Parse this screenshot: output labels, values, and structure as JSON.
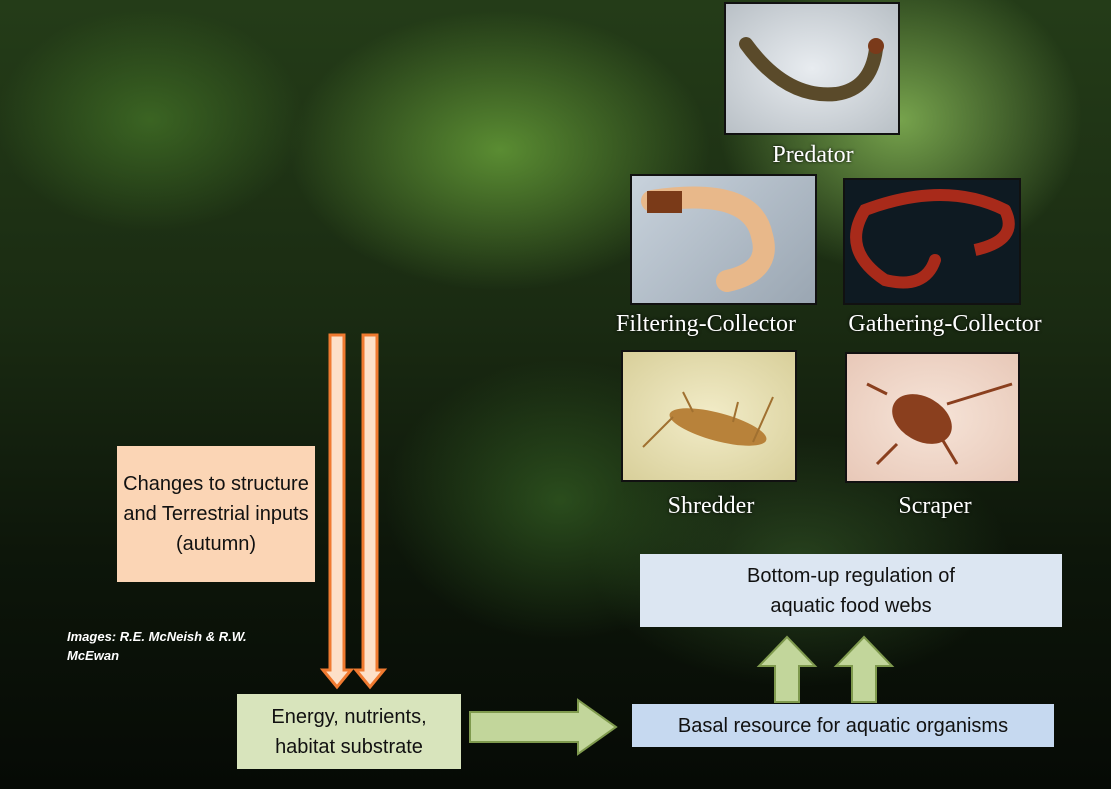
{
  "organisms": [
    {
      "label": "Predator",
      "image": "predator-larva-photo"
    },
    {
      "label": "Filtering-Collector",
      "image": "filtering-collector-larva-photo"
    },
    {
      "label": "Gathering-Collector",
      "image": "gathering-collector-larva-photo"
    },
    {
      "label": "Shredder",
      "image": "shredder-larva-photo"
    },
    {
      "label": "Scraper",
      "image": "scraper-nymph-photo"
    }
  ],
  "boxes": {
    "changes": "Changes to structure and Terrestrial inputs (autumn)",
    "energy": "Energy, nutrients, habitat substrate",
    "basal": "Basal resource for aquatic organisms",
    "bottom_up": "Bottom-up regulation of aquatic food webs"
  },
  "credit": "Images: R.E. McNeish & R.W. McEwan",
  "colors": {
    "changes": "#fbd5b5",
    "energy": "#d8e4bc",
    "basal": "#c6d9f0",
    "bottom_up": "#dce6f2",
    "orange_arrow": "#f79646",
    "green_arrow": "#a9c47f"
  }
}
